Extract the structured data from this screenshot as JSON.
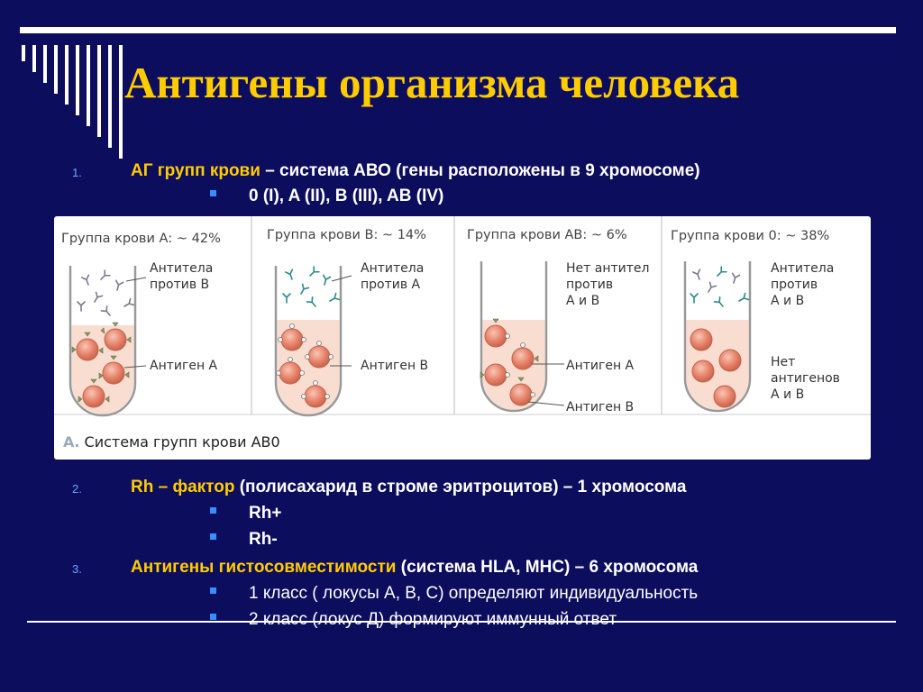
{
  "slide": {
    "title": "Антигены организма человека",
    "items": [
      {
        "number": "1.",
        "highlight": "АГ групп крови",
        "rest": " – система АВО  (гены расположены в 9 хромосоме)",
        "sub": [
          "0 (I), A (II), B (III), AB (IV)"
        ]
      },
      {
        "number": "2.",
        "highlight": "Rh – фактор",
        "rest": "  (полисахарид в строме эритроцитов) – 1 хромосома",
        "sub": [
          "Rh+",
          "Rh-"
        ]
      },
      {
        "number": "3.",
        "highlight": "Антигены гистосовместимости",
        "rest": " (система HLA, MHC) – 6 хромосома",
        "sub": [
          "1 класс ( локусы А, В, С) определяют индивидуальность",
          "2 класс (локус Д) формируют иммунный ответ"
        ]
      }
    ]
  },
  "figure": {
    "caption_letter": "А.",
    "caption": " Система групп крови АВ0",
    "tubes": [
      {
        "header": "Группа крови А: ~ 42%",
        "top_label": [
          "Антитела",
          "против В"
        ],
        "bottom_label": [
          "Антиген А"
        ]
      },
      {
        "header": "Группа крови В: ~ 14%",
        "top_label": [
          "Антитела",
          "против А"
        ],
        "bottom_label": [
          "Антиген В"
        ]
      },
      {
        "header": "Группа крови АВ: ~ 6%",
        "top_label": [
          "Нет антител",
          "против",
          "А и В"
        ],
        "bottom_label": [
          "Антиген А",
          "Антиген В"
        ]
      },
      {
        "header": "Группа крови 0: ~ 38%",
        "top_label": [
          "Антитела",
          "против",
          "А и В"
        ],
        "bottom_label": [
          "Нет",
          "антигенов",
          "А и В"
        ]
      }
    ]
  },
  "colors": {
    "background": "#0d0d5e",
    "title": "#ffcc00",
    "highlight": "#ffcc00",
    "text": "#ffffff",
    "bullet": "#3a8dff",
    "cell": "#e8826a",
    "plasma": "#f8ddd0"
  }
}
